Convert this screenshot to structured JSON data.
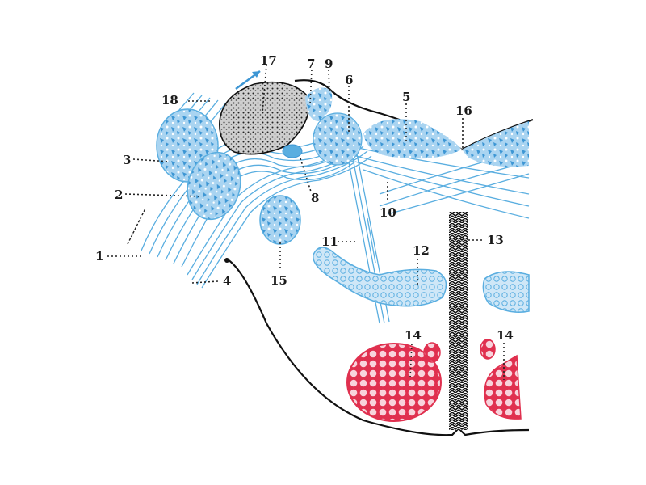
{
  "figure": {
    "type": "anatomical cross-section (medulla oblongata, nerve nuclei)",
    "colors": {
      "sensory_blue": "#5aaee0",
      "motor_red": "#e0304f",
      "dark_body": "#3a3a3a",
      "outline": "#111111",
      "background": "#ffffff"
    }
  },
  "labels": [
    {
      "id": "1",
      "text": "1"
    },
    {
      "id": "2",
      "text": "2"
    },
    {
      "id": "3",
      "text": "3"
    },
    {
      "id": "4",
      "text": "4"
    },
    {
      "id": "5",
      "text": "5"
    },
    {
      "id": "6",
      "text": "6"
    },
    {
      "id": "7",
      "text": "7"
    },
    {
      "id": "8",
      "text": "8"
    },
    {
      "id": "9",
      "text": "9"
    },
    {
      "id": "10",
      "text": "10"
    },
    {
      "id": "11",
      "text": "11"
    },
    {
      "id": "12",
      "text": "12"
    },
    {
      "id": "13",
      "text": "13"
    },
    {
      "id": "14a",
      "text": "14"
    },
    {
      "id": "14b",
      "text": "14"
    },
    {
      "id": "15",
      "text": "15"
    },
    {
      "id": "16",
      "text": "16"
    },
    {
      "id": "17",
      "text": "17"
    },
    {
      "id": "18",
      "text": "18"
    }
  ]
}
